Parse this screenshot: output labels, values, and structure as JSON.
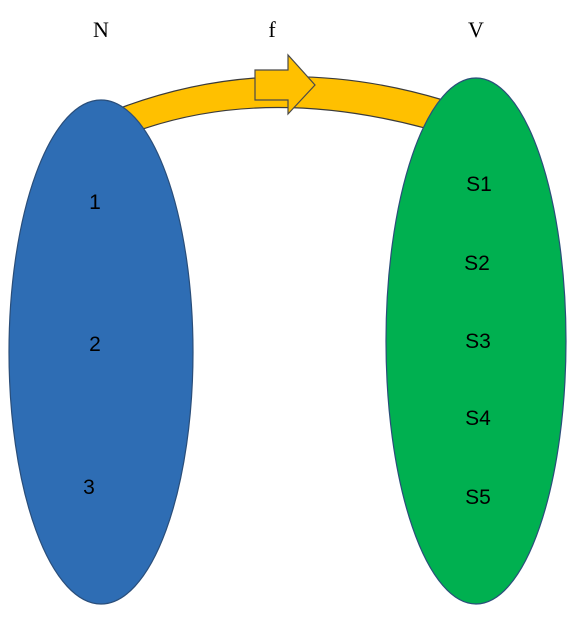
{
  "diagram": {
    "type": "function-mapping",
    "mapping_label": "f",
    "domain": {
      "title": "N",
      "color": "#2E6DB4",
      "elements": [
        "1",
        "2",
        "3"
      ]
    },
    "codomain": {
      "title": "V",
      "color": "#00B050",
      "elements": [
        "S1",
        "S2",
        "S3",
        "S4",
        "S5"
      ]
    },
    "arrow_color": "#FFC000"
  }
}
